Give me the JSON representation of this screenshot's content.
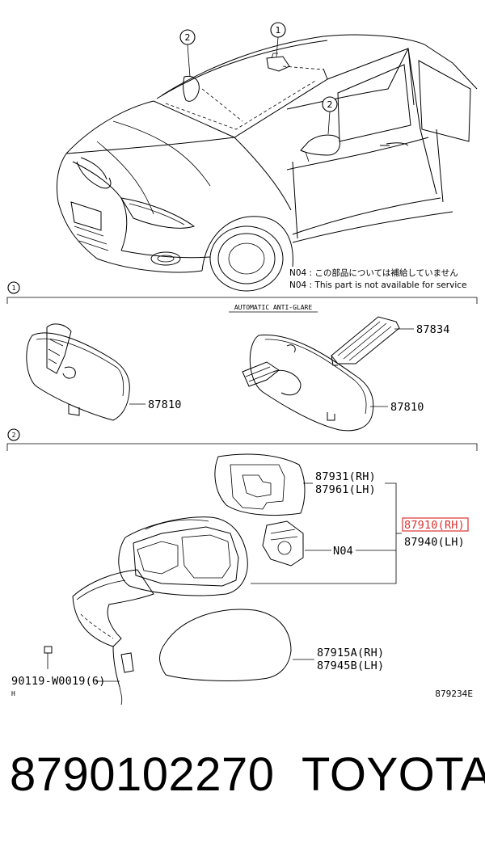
{
  "diagram": {
    "callouts": [
      "1",
      "2"
    ],
    "notes": {
      "jp": "N04 : この部品については補給していません",
      "en": "N04 : This part is not available for service"
    },
    "section1": {
      "marker": "1",
      "heading": "AUTOMATIC ANTI-GLARE",
      "parts": [
        "87834",
        "87810",
        "87810"
      ]
    },
    "section2": {
      "marker": "2",
      "parts": {
        "p87931": "87931(RH)",
        "p87961": "87961(LH)",
        "p87910": "87910(RH)",
        "p87940": "87940(LH)",
        "n04": "N04",
        "p87915": "87915A(RH)",
        "p87945": "87945B(LH)",
        "bolt": "90119-W0019(6)"
      },
      "corner_left": "H",
      "figure_id": "879234E"
    },
    "colors": {
      "highlight": "#d8322f",
      "line": "#000000"
    }
  },
  "caption": {
    "part_number": "8790102270",
    "brand": "TOYOTA"
  }
}
